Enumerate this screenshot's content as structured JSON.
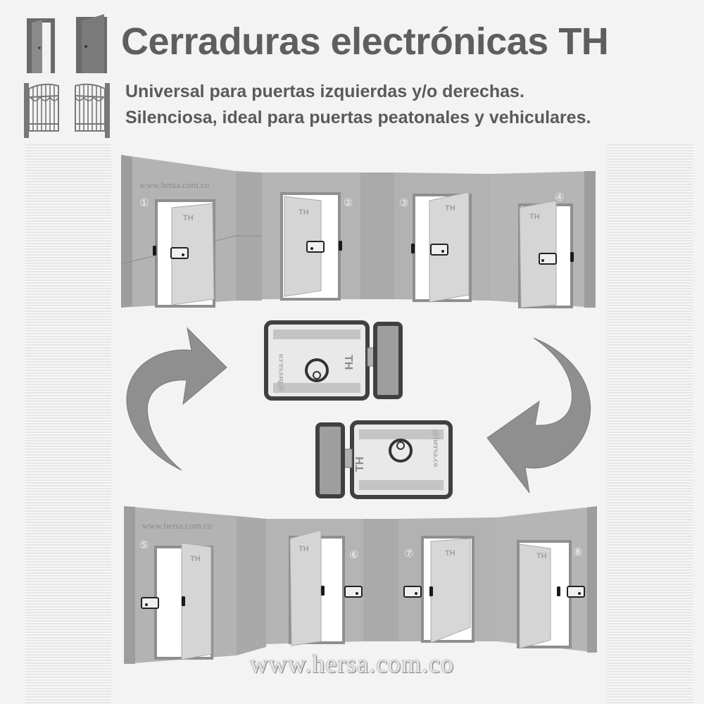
{
  "header": {
    "title": "Cerraduras electrónicas TH",
    "subtitle_line_1": "Universal para puertas izquierdas y/o derechas.",
    "subtitle_line_2": "Silenciosa, ideal para puertas peatonales y vehiculares."
  },
  "header_icons": [
    "door-left-icon",
    "door-right-icon",
    "gate-left-icon",
    "gate-right-icon"
  ],
  "top_scene": {
    "watermark": "www.hersa.com.co",
    "panels": [
      {
        "number": "①",
        "lock_brand": "TH"
      },
      {
        "number": "②",
        "lock_brand": "TH"
      },
      {
        "number": "③",
        "lock_brand": "TH"
      },
      {
        "number": "④",
        "lock_brand": "TH"
      }
    ]
  },
  "bottom_scene": {
    "watermark": "www.hersa.com.co",
    "panels": [
      {
        "number": "⑤",
        "lock_brand": "TH"
      },
      {
        "number": "⑥",
        "lock_brand": "TH"
      },
      {
        "number": "⑦",
        "lock_brand": "TH"
      },
      {
        "number": "⑧",
        "lock_brand": "TH"
      }
    ]
  },
  "center": {
    "lock_top": {
      "brand": "TH",
      "site": "@hersa.co"
    },
    "lock_bottom": {
      "brand": "TH",
      "site": "@hersa.co"
    },
    "arrows": [
      "curved-arrow-left-icon",
      "curved-arrow-right-icon"
    ]
  },
  "footer": {
    "url": "www.hersa.com.co"
  }
}
